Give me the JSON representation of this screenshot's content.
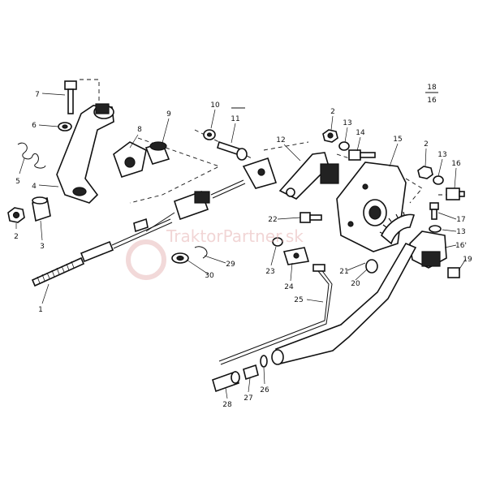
{
  "page_ref": {
    "top": "18",
    "bottom": "16"
  },
  "watermark": "TraktorPartner.sk",
  "labels": [
    "1",
    "2",
    "3",
    "4",
    "5",
    "6",
    "7",
    "8",
    "9",
    "10",
    "11",
    "12",
    "2",
    "13",
    "14",
    "15",
    "2",
    "13",
    "16",
    "17",
    "13",
    "16'",
    "19",
    "20",
    "21",
    "22",
    "23",
    "24",
    "25",
    "26",
    "27",
    "28",
    "29",
    "30"
  ]
}
